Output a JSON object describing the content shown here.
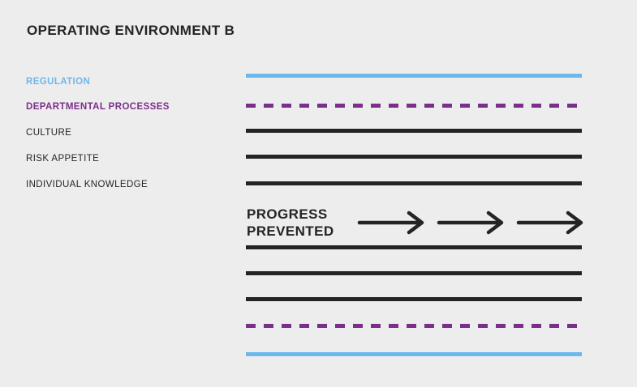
{
  "title": "OPERATING ENVIRONMENT B",
  "colors": {
    "background": "#EEEDED",
    "ink": "#242424",
    "blue": "#6DB9EB",
    "purple": "#7C2E8B"
  },
  "legend": {
    "items": [
      {
        "label": "REGULATION",
        "color": "blue",
        "bold": true
      },
      {
        "label": "DEPARTMENTAL PROCESSES",
        "color": "purple",
        "bold": true
      },
      {
        "label": "CULTURE",
        "color": "ink",
        "bold": false
      },
      {
        "label": "RISK APPETITE",
        "color": "ink",
        "bold": false
      },
      {
        "label": "INDIVIDUAL KNOWLEDGE",
        "color": "ink",
        "bold": false
      }
    ]
  },
  "diagram": {
    "lanes": [
      {
        "color": "blue",
        "style": "solid"
      },
      {
        "color": "purple",
        "style": "dashed"
      },
      {
        "color": "ink",
        "style": "solid"
      },
      {
        "color": "ink",
        "style": "solid"
      },
      {
        "color": "ink",
        "style": "solid"
      },
      {
        "color": "ink",
        "style": "solid"
      },
      {
        "color": "ink",
        "style": "solid"
      },
      {
        "color": "ink",
        "style": "solid"
      },
      {
        "color": "purple",
        "style": "dashed"
      },
      {
        "color": "blue",
        "style": "solid"
      }
    ],
    "center_label": {
      "line1": "PROGRESS",
      "line2": "PREVENTED"
    },
    "arrow_count": 3
  }
}
